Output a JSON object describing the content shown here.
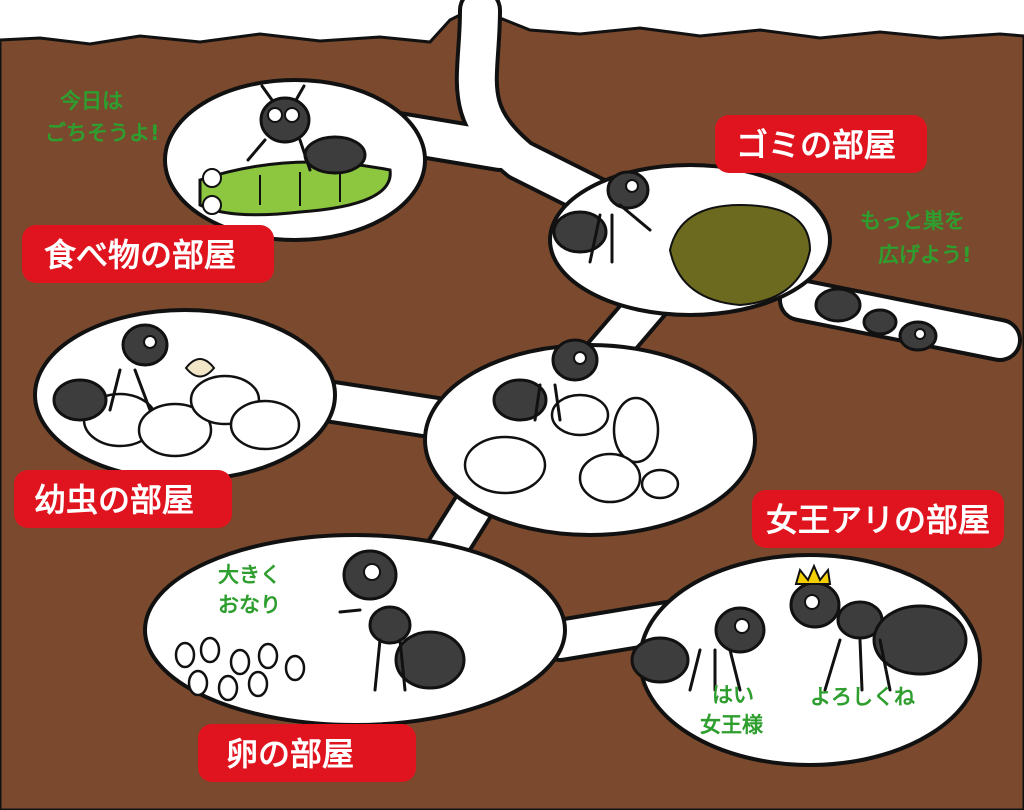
{
  "title": "",
  "rooms": {
    "food": "食べ物の部屋",
    "trash": "ゴミの部屋",
    "larva": "幼虫の部屋",
    "queen": "女王アリの部屋",
    "egg": "卵の部屋"
  },
  "speech": {
    "food_line1": "今日は",
    "food_line2": "ごちそうよ!",
    "expand_line1": "もっと巣を",
    "expand_line2": "広げよう!",
    "egg_line1": "大きく",
    "egg_line2": "おなり",
    "worker_line1": "はい",
    "worker_line2": "女王様",
    "queen_line1": "よろしくね"
  },
  "colors": {
    "soil": "#7b4a2e",
    "label_bg": "#e0141e",
    "speech": "#2e9e2e",
    "caterpillar": "#8dc63f",
    "trash": "#6b6a1f",
    "crown": "#f5d000"
  }
}
